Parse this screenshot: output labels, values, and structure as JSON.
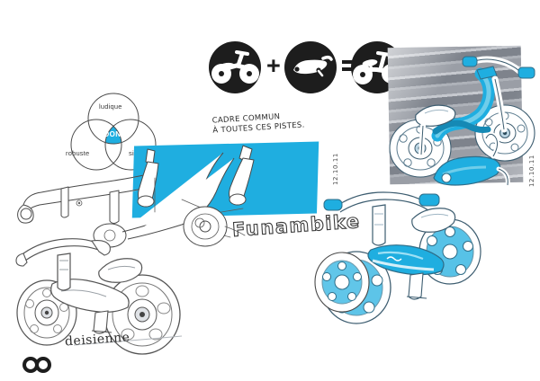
{
  "page": {
    "background_color": "#ffffff",
    "accent_color": "#1FAEE0",
    "ink_color": "#4a4a4a"
  },
  "icon_equation": {
    "items": [
      {
        "name": "balance-bike-icon",
        "label": "balance bike"
      },
      {
        "name": "plus-operator",
        "label": "+"
      },
      {
        "name": "skateboard-deck-icon",
        "label": "skateboard deck"
      },
      {
        "name": "equals-operator",
        "label": "="
      },
      {
        "name": "hybrid-bike-icon",
        "label": "hybrid balance bike"
      }
    ]
  },
  "venn": {
    "top_label": "ludique",
    "left_label": "robuste",
    "right_label": "simple",
    "center_label": "WOONY",
    "center_color": "#1FAEE0"
  },
  "annotations": {
    "common_frame_note_line1": "CADRE COMMUN",
    "common_frame_note_line2": "À TOUTES CES PISTES.",
    "concept_name": "Funambike",
    "bottom_caption": "deisienne",
    "date_left": "12.10.11",
    "date_right": "12.10.11"
  },
  "sketches": [
    {
      "name": "frame-study-panel",
      "caption": "Funambike",
      "color": "#1FAEE0"
    },
    {
      "name": "stairs-render-bike",
      "caption": "12.10.11"
    },
    {
      "name": "grayscale-balance-bike",
      "caption": "deisienne"
    },
    {
      "name": "cyan-balance-bike",
      "caption": ""
    }
  ],
  "logo": {
    "name": "infinity-logo",
    "glyph": "∞"
  }
}
